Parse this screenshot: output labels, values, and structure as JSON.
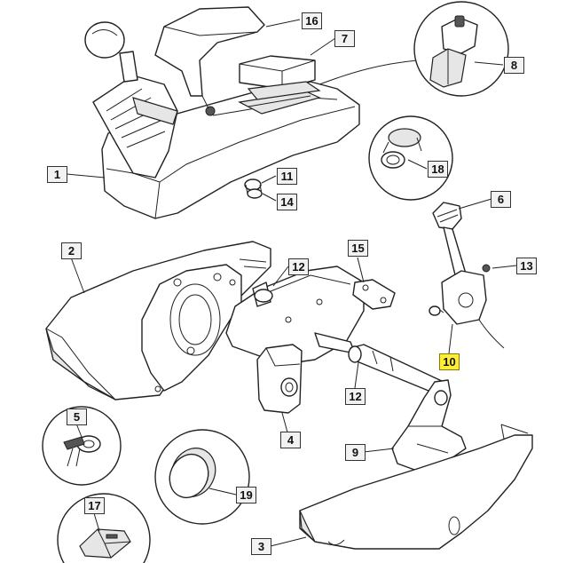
{
  "labels": [
    {
      "id": "16",
      "text": "16"
    },
    {
      "id": "7",
      "text": "7"
    },
    {
      "id": "8",
      "text": "8"
    },
    {
      "id": "1",
      "text": "1"
    },
    {
      "id": "18",
      "text": "18"
    },
    {
      "id": "11",
      "text": "11"
    },
    {
      "id": "14",
      "text": "14"
    },
    {
      "id": "6",
      "text": "6"
    },
    {
      "id": "2",
      "text": "2"
    },
    {
      "id": "15",
      "text": "15"
    },
    {
      "id": "12a",
      "text": "12"
    },
    {
      "id": "13",
      "text": "13"
    },
    {
      "id": "10",
      "text": "10",
      "highlight": "#ffee33"
    },
    {
      "id": "12b",
      "text": "12"
    },
    {
      "id": "5",
      "text": "5"
    },
    {
      "id": "4",
      "text": "4"
    },
    {
      "id": "9",
      "text": "9"
    },
    {
      "id": "19",
      "text": "19"
    },
    {
      "id": "17",
      "text": "17"
    },
    {
      "id": "3",
      "text": "3"
    }
  ]
}
